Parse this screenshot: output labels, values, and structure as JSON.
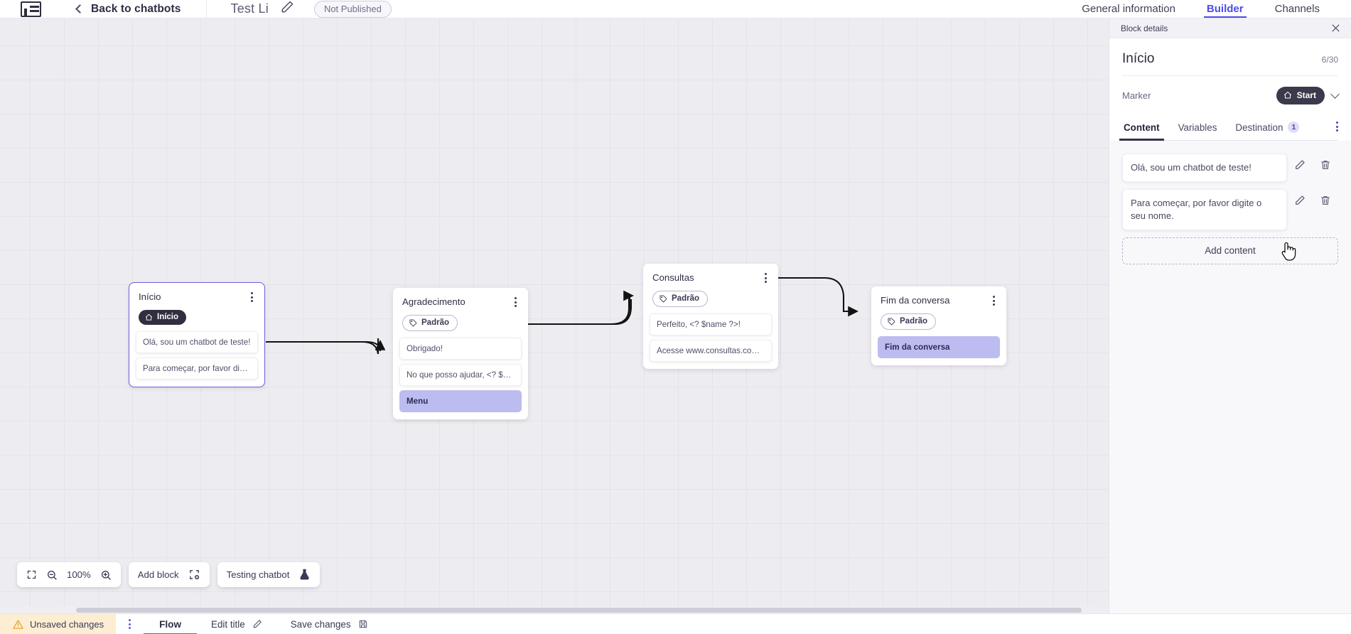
{
  "topbar": {
    "logo_icon": "chatbot-logo-icon",
    "back_icon": "chevron-left-icon",
    "back_label": "Back to chatbots",
    "bot_name": "Test Li",
    "edit_icon": "pencil-icon",
    "status_label": "Not Published",
    "tabs": [
      {
        "label": "General information",
        "active": false
      },
      {
        "label": "Builder",
        "active": true
      },
      {
        "label": "Channels",
        "active": false
      }
    ]
  },
  "canvas": {
    "zoom_level": "100%",
    "fit_icon": "fit-screen-icon",
    "zoom_out_icon": "zoom-out-icon",
    "zoom_in_icon": "zoom-in-icon",
    "add_block_label": "Add block",
    "add_block_icon": "add-block-icon",
    "testing_label": "Testing chatbot",
    "testing_icon": "flask-icon",
    "nodes": [
      {
        "id": "inicio",
        "title": "Início",
        "badge": {
          "label": "Início",
          "type": "start",
          "icon": "home-icon"
        },
        "selected": true,
        "rows": [
          {
            "text": "Olá, sou um chatbot de teste!",
            "highlight": false
          },
          {
            "text": "Para começar, por favor digite o ...",
            "highlight": false
          }
        ]
      },
      {
        "id": "agradecimento",
        "title": "Agradecimento",
        "badge": {
          "label": "Padrão",
          "type": "tag",
          "icon": "tag-icon"
        },
        "selected": false,
        "rows": [
          {
            "text": "Obrigado!",
            "highlight": false
          },
          {
            "text": "No que posso ajudar, <? $name ...",
            "highlight": false
          },
          {
            "text": "Menu",
            "highlight": true
          }
        ]
      },
      {
        "id": "consultas",
        "title": "Consultas",
        "badge": {
          "label": "Padrão",
          "type": "tag",
          "icon": "tag-icon"
        },
        "selected": false,
        "rows": [
          {
            "text": "Perfeito, <? $name ?>!",
            "highlight": false
          },
          {
            "text": "Acesse www.consultas.com par...",
            "highlight": false
          }
        ]
      },
      {
        "id": "fim",
        "title": "Fim da conversa",
        "badge": {
          "label": "Padrão",
          "type": "tag",
          "icon": "tag-icon"
        },
        "selected": false,
        "rows": [
          {
            "text": "Fim da conversa",
            "highlight": true
          }
        ]
      }
    ]
  },
  "panel": {
    "header_title": "Block details",
    "close_icon": "close-icon",
    "title": "Início",
    "count": "6/30",
    "marker_label": "Marker",
    "marker_value": "Start",
    "marker_icon": "home-icon",
    "marker_chevron_icon": "chevron-down-icon",
    "tabs": [
      {
        "label": "Content",
        "active": true,
        "badge": null
      },
      {
        "label": "Variables",
        "active": false,
        "badge": null
      },
      {
        "label": "Destination",
        "active": false,
        "badge": "1"
      }
    ],
    "tabs_kebab_icon": "more-vertical-icon",
    "content_items": [
      {
        "text": "Olá, sou um chatbot de teste!",
        "edit_icon": "pencil-icon",
        "delete_icon": "trash-icon"
      },
      {
        "text": "Para começar, por favor digite o seu nome.",
        "edit_icon": "pencil-icon",
        "delete_icon": "trash-icon"
      }
    ],
    "add_content_label": "Add content"
  },
  "statusbar": {
    "unsaved_icon": "warning-icon",
    "unsaved_label": "Unsaved changes",
    "kebab_icon": "more-vertical-icon",
    "flow_tab": "Flow",
    "edit_title_label": "Edit title",
    "edit_title_icon": "pencil-icon",
    "save_label": "Save changes",
    "save_icon": "save-icon"
  },
  "colors": {
    "accent": "#4b4de8",
    "purple": "#5b5bd6",
    "highlight_row": "#bcbcf0",
    "warning_bg": "#fdeed3",
    "dark_pill": "#3a3a4c",
    "canvas_bg": "#ededf1"
  }
}
